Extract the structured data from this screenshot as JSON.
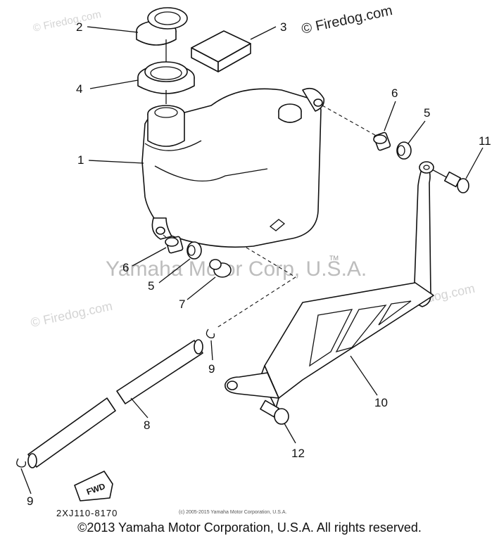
{
  "watermarks": {
    "firedog_top_left": "© Firedog.com",
    "firedog_top_right": "© Firedog.com",
    "firedog_mid_left": "© Firedog.com",
    "firedog_mid_right": "© Firedog.com",
    "yamaha_center": "Yamaha Motor Corp, U.S.A.",
    "tm": "TM"
  },
  "callouts": {
    "c1": "1",
    "c2": "2",
    "c3": "3",
    "c4": "4",
    "c5a": "5",
    "c6a": "6",
    "c11": "11",
    "c6b": "6",
    "c5b": "5",
    "c7": "7",
    "c9a": "9",
    "c10": "10",
    "c8": "8",
    "c12": "12",
    "c9b": "9"
  },
  "fwd_label": "FWD",
  "diagram_code": "2XJ110-8170",
  "small_copyright": "(c) 2005-2015 Yamaha Motor Corporation, U.S.A.",
  "footer": "©2013 Yamaha Motor Corporation, U.S.A. All rights reserved."
}
